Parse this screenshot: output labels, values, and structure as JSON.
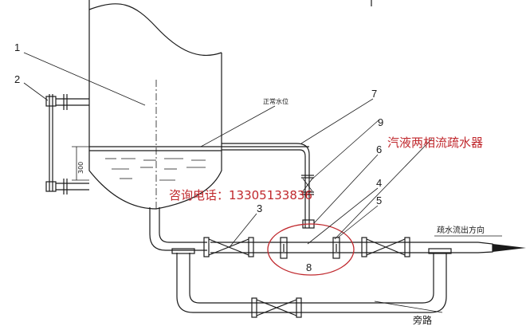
{
  "labels": {
    "l1": "1",
    "l2": "2",
    "l3": "3",
    "l4": "4",
    "l5": "5",
    "l6": "6",
    "l7": "7",
    "l8": "8",
    "l9": "9"
  },
  "annotations": {
    "normal_level": "正常水位",
    "dimension": "300",
    "flow_direction": "疏水流出方向",
    "bypass": "旁路"
  },
  "overlay": {
    "device_title": "汽液两相流疏水器",
    "contact": "咨询电话：13305133836"
  },
  "colors": {
    "line": "#1a1a1a",
    "highlight": "#c0282d"
  }
}
